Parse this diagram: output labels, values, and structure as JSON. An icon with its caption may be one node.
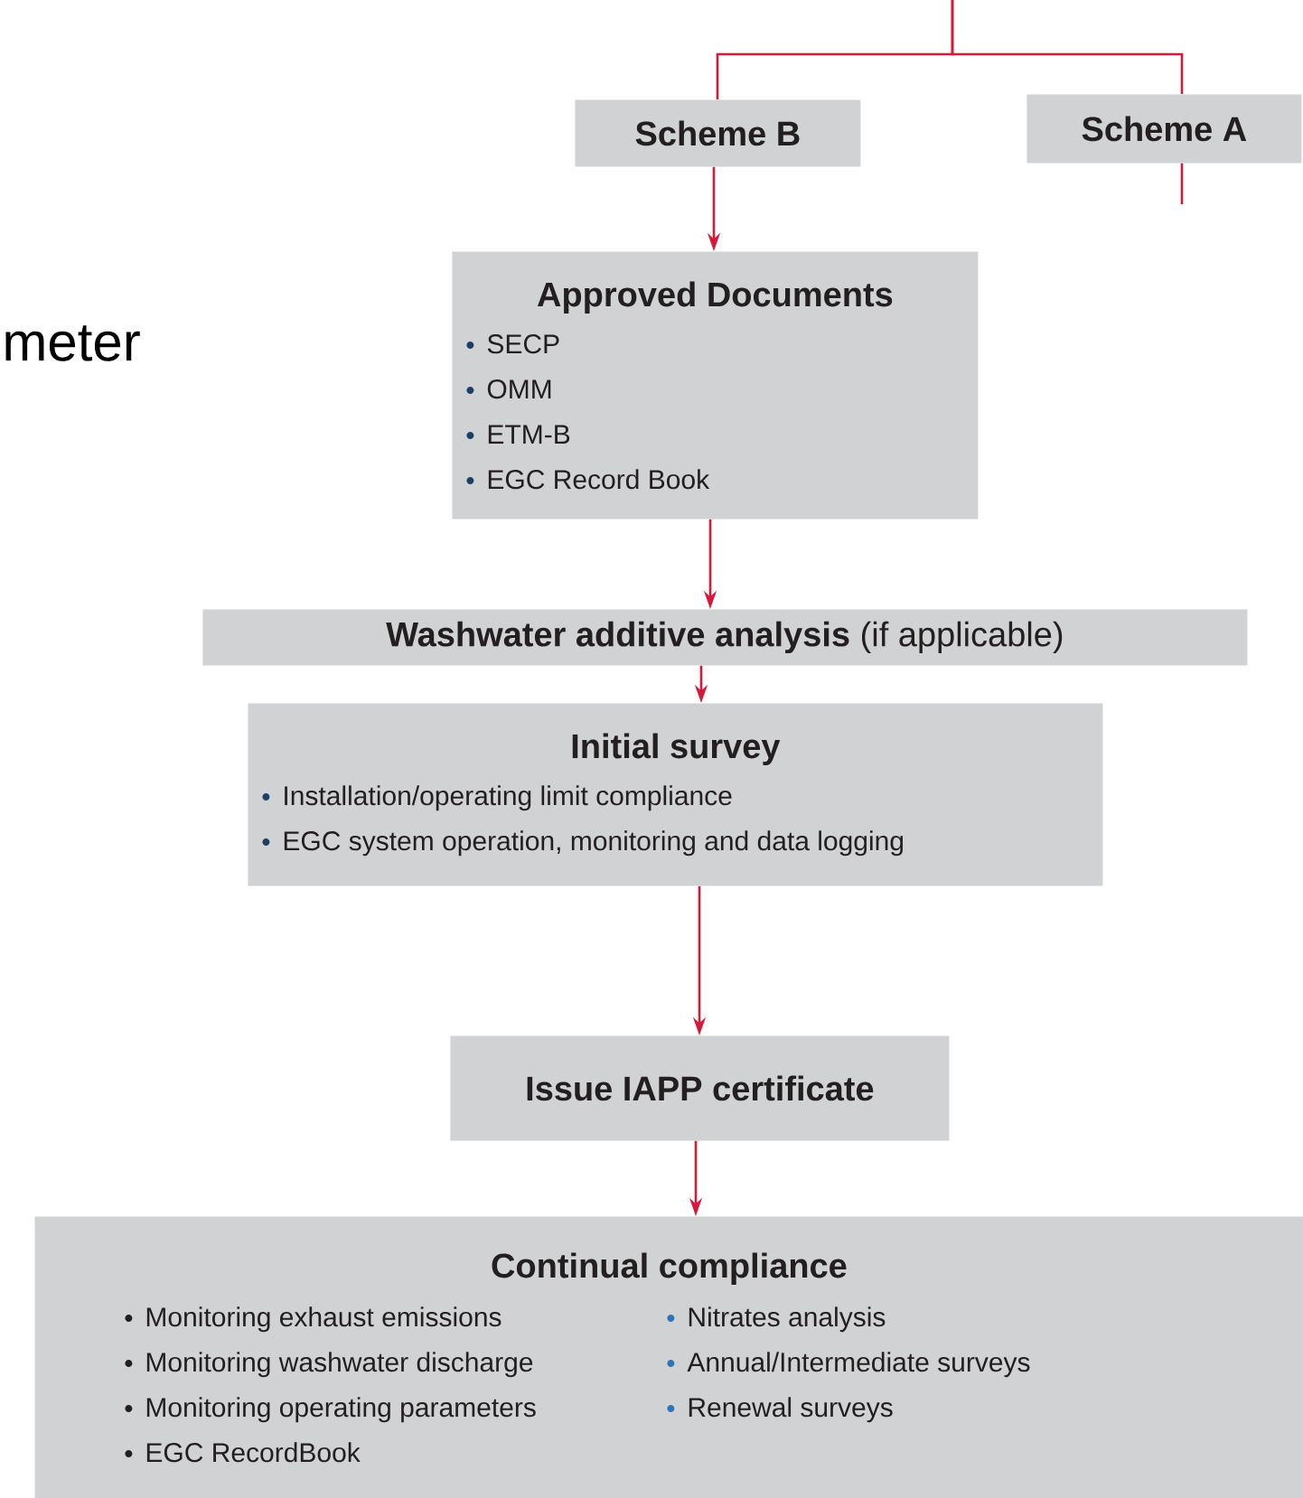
{
  "diagram": {
    "nodes": [
      {
        "text": [
          "Scheme B"
        ]
      },
      {
        "text": [
          "Scheme A"
        ]
      },
      {
        "text": [
          "Approved Documents",
          "SECP",
          "OMM",
          "ETM-B",
          "EGC Record Book"
        ]
      },
      {
        "text": [
          "**Washwater additive analysis** (if applicable)"
        ]
      },
      {
        "text": [
          "Initial survey",
          "Installation/operating limit compliance",
          "EGC system operation, monitoring and data logging"
        ]
      },
      {
        "text": [
          "Issue IAPP certificate"
        ]
      },
      {
        "text": [
          "Continual compliance",
          "Monitoring exhaust emissions",
          "Monitoring washwater discharge",
          "Monitoring operating parameters",
          "EGC RecordBook",
          "Nitrates analysis",
          "Annual/Intermediate surveys",
          "Renewal surveys"
        ]
      }
    ],
    "edges": [
      {
        "from": null,
        "to": 0,
        "arrow": "none"
      },
      {
        "from": null,
        "to": 1,
        "arrow": "none"
      },
      {
        "from": 1,
        "to": null,
        "arrow": "none"
      },
      {
        "from": 0,
        "to": 2,
        "arrow": "to"
      },
      {
        "from": 2,
        "to": 3,
        "arrow": "to"
      },
      {
        "from": 3,
        "to": 4,
        "arrow": "to"
      },
      {
        "from": 4,
        "to": 5,
        "arrow": "to"
      },
      {
        "from": 5,
        "to": 6,
        "arrow": "to"
      }
    ],
    "labels": [
      "meter"
    ]
  }
}
